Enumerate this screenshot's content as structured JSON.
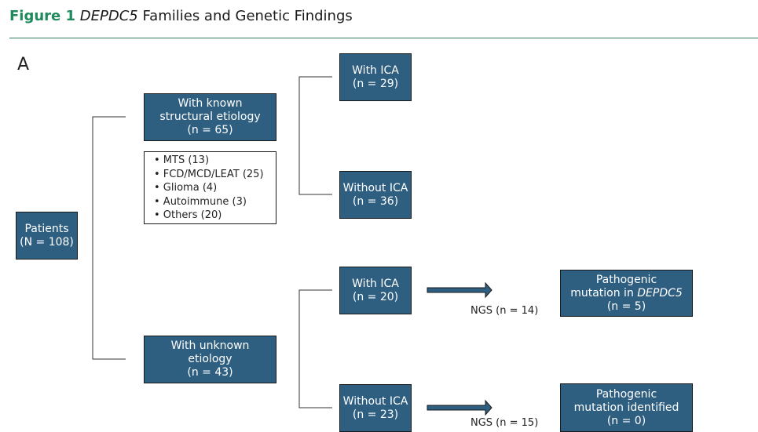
{
  "figure": {
    "label": "Figure 1",
    "gene": "DEPDC5",
    "title_rest": " Families and Genetic Findings",
    "panel": "A"
  },
  "nodes": {
    "patients": {
      "line1": "Patients",
      "line2": "(N = 108)"
    },
    "known": {
      "line1": "With known",
      "line2": "structural etiology",
      "line3": "(n = 65)"
    },
    "unknown": {
      "line1": "With unknown",
      "line2": "etiology",
      "line3": "(n = 43)"
    },
    "known_ica": {
      "line1": "With ICA",
      "line2": "(n = 29)"
    },
    "known_no_ica": {
      "line1": "Without ICA",
      "line2": "(n = 36)"
    },
    "unknown_ica": {
      "line1": "With ICA",
      "line2": "(n = 20)"
    },
    "unknown_no_ica": {
      "line1": "Without ICA",
      "line2": "(n = 23)"
    },
    "result_ica": {
      "line1": "Pathogenic",
      "line2_pre": "mutation in ",
      "line2_gene": "DEPDC5",
      "line3": "(n = 5)"
    },
    "result_no_ica": {
      "line1": "Pathogenic",
      "line2": "mutation identified",
      "line3": "(n = 0)"
    }
  },
  "etiology_list": [
    "• MTS (13)",
    "• FCD/MCD/LEAT (25)",
    "• Glioma (4)",
    "• Autoimmune (3)",
    "• Others (20)"
  ],
  "ngs": {
    "ica": "NGS (n = 14)",
    "no_ica": "NGS (n = 15)"
  },
  "colors": {
    "box_fill": "#2f5f80",
    "title_accent": "#1e8a5e",
    "rule": "#2f7a5a"
  }
}
